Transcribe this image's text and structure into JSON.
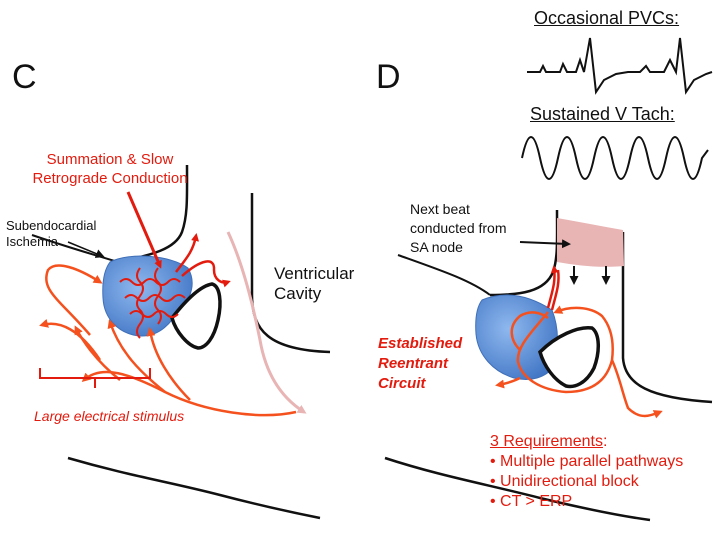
{
  "panel_c": {
    "letter": "C",
    "annotation": [
      "Summation & Slow",
      "Retrograde Conduction"
    ],
    "ischemia_label": [
      "Subendocardial",
      "Ischemia"
    ],
    "cavity_label": [
      "Ventricular",
      "Cavity"
    ],
    "stimulus_label": "Large electrical stimulus"
  },
  "panel_d": {
    "letter": "D",
    "ecg1_title": "Occasional PVCs:",
    "ecg2_title": "Sustained V Tach:",
    "sa_label": [
      "Next beat",
      "conducted from",
      "SA node"
    ],
    "circuit_label": [
      "Established",
      "Reentrant",
      "Circuit"
    ],
    "requirements_title": "3 Requirements",
    "requirements_colon": ":",
    "requirements": [
      "• Multiple parallel pathways",
      "• Unidirectional block",
      "• CT > ERP"
    ]
  },
  "colors": {
    "red": "#e31b0e",
    "orange_red": "#f4511e",
    "pink": "#e8b4b4",
    "blue": "#5b8fd6",
    "black": "#111111"
  }
}
